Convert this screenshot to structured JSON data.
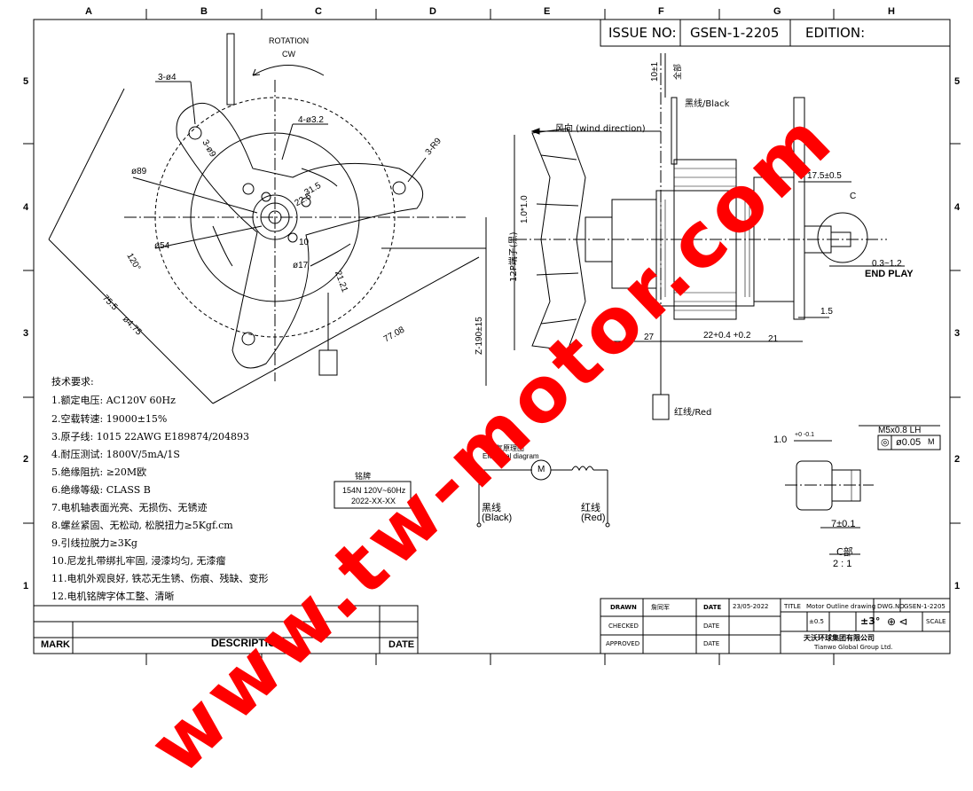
{
  "frame": {
    "columns": [
      "A",
      "B",
      "C",
      "D",
      "E",
      "F",
      "G",
      "H"
    ],
    "rows": [
      "5",
      "4",
      "3",
      "2",
      "1"
    ]
  },
  "header": {
    "issue_label": "ISSUE NO:",
    "issue_no": "GSEN-1-2205",
    "edition_label": "EDITION:"
  },
  "front_view": {
    "rotation_label": "ROTATION",
    "rotation_dir": "CW",
    "dims": {
      "d1": "3-ø4",
      "d2": "4-ø3.2",
      "d3": "3-R9",
      "d4": "3-ø9",
      "d5": "ø89",
      "d6": "ø54",
      "d7": "120°",
      "d8": "75.5",
      "d9": "ø4.75",
      "d10": "77.08",
      "d11": "31.5",
      "d12": "22.5",
      "d13": "10",
      "d14": "ø17",
      "d15": "21.21"
    }
  },
  "side_view": {
    "wind_direction": "风向 (wind direction)",
    "black_wire": "黑线/Black",
    "red_wire": "红线/Red",
    "fan_dim": "1.0*1.0",
    "fan_label": "12P端子(黑)",
    "lead_dim": "Z-190±15",
    "top_dim": "10±1",
    "top_note": "全部",
    "dim_shaft": "17.5±0.5",
    "end_play_range": "0.3~1.2",
    "end_play": "END PLAY",
    "dim_27": "27",
    "dim_22": "22+0.4 +0.2",
    "dim_21": "21",
    "dim_1_5": "1.5",
    "detail_marker": "C"
  },
  "requirements": {
    "title": "技术要求:",
    "items": [
      "1.额定电压: AC120V  60Hz",
      "2.空载转速: 19000±15%",
      "3.原子线:  1015 22AWG E189874/204893",
      "4.耐压测试: 1800V/5mA/1S",
      "5.绝缘阻抗: ≥20M欧",
      "6.绝缘等级: CLASS B",
      "7.电机轴表面光亮、无损伤、无锈迹",
      "8.螺丝紧固、无松动, 松脱扭力≥5Kgf.cm",
      "9.引线拉脱力≥3Kg",
      "10.尼龙扎带绑扎牢固, 浸漆均匀, 无漆瘤",
      "11.电机外观良好, 铁芯无生锈、伤痕、残缺、变形",
      "12.电机铭牌字体工整、清晰"
    ]
  },
  "nameplate": {
    "line1": "154N  120V~60Hz",
    "line2": "2022-XX-XX",
    "caption": "铭牌"
  },
  "electrical": {
    "title": "电气原理图",
    "title_en": "Electrical diagram",
    "motor_symbol": "M",
    "black_cn": "黑线",
    "black_en": "(Black)",
    "red_cn": "红线",
    "red_en": "(Red)"
  },
  "detail_c": {
    "thread": "M5x0.8 LH",
    "tolerance": "ø0.05",
    "tol_mod": "M",
    "concentric_symbol": "◎",
    "dim_1": "1.0",
    "dim_1_tol": "+0 -0.1",
    "dim_7": "7±0.1",
    "caption": "C部",
    "scale": "2 : 1"
  },
  "revision": {
    "mark": "MARK",
    "description": "DESCRIPTION",
    "date": "DATE"
  },
  "title_block": {
    "drawn": "DRAWN",
    "drawn_by": "詹同军",
    "checked": "CHECKED",
    "approved": "APPROVED",
    "date_label": "DATE",
    "date_value": "23/05-2022",
    "title_label": "TITLE",
    "title_value": "Motor Outline drawing",
    "dwg_no_label": "DWG.NO",
    "dwg_no": "GSEN-1-2205",
    "tol_linear": "±0.5",
    "tol_angle": "±3°",
    "scale_label": "SCALE",
    "company_cn": "天沃环球集团有限公司",
    "company_en": "Tianwo Global Group Ltd."
  },
  "watermark": {
    "text": "www.tw-motor.com",
    "color": "#ff0000"
  }
}
